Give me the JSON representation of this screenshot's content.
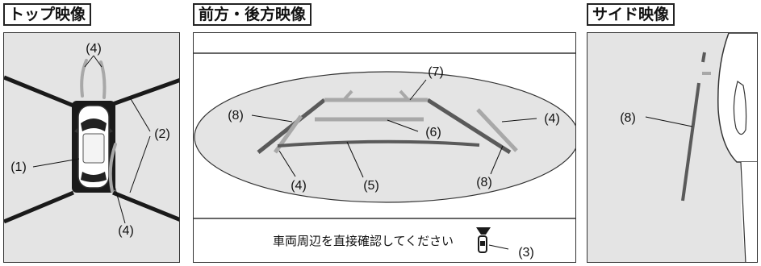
{
  "top_view": {
    "title": "トップ映像",
    "callouts": {
      "c4_top": "(4)",
      "c2": "(2)",
      "c1": "(1)",
      "c4_bottom": "(4)"
    }
  },
  "front_rear_view": {
    "title": "前方・後方映像",
    "message": "車両周辺を直接確認してください",
    "callouts": {
      "c7": "(7)",
      "c8_left": "(8)",
      "c4_right": "(4)",
      "c6": "(6)",
      "c4_left": "(4)",
      "c5": "(5)",
      "c8_right": "(8)",
      "c3": "(3)"
    }
  },
  "side_view": {
    "title": "サイド映像",
    "callouts": {
      "c8": "(8)"
    }
  },
  "colors": {
    "panel_bg": "#e4e4e4",
    "guide_dark": "#5a5a5a",
    "guide_light": "#a8a8a8",
    "road_black": "#1a1a1a"
  }
}
